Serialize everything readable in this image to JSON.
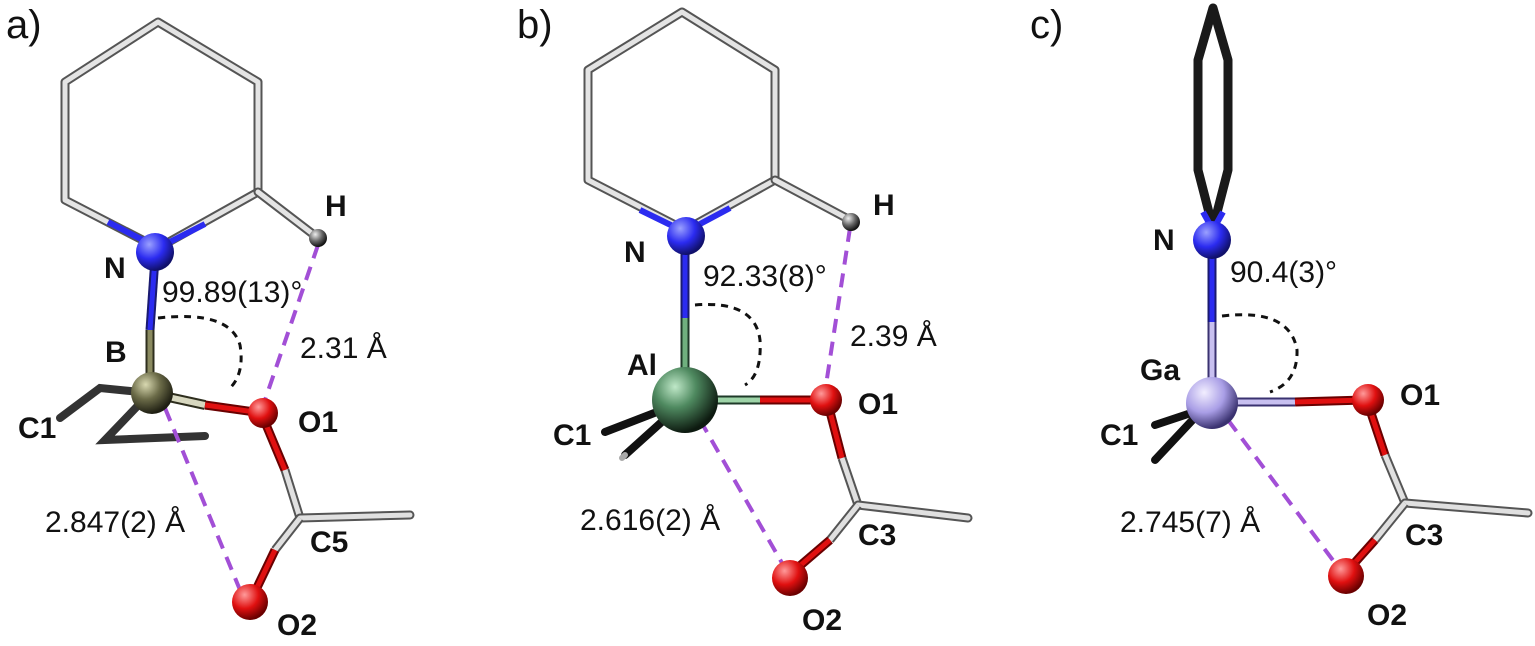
{
  "panels": [
    {
      "letter": "a)",
      "center_atom": "B",
      "angle": "99.89(13)°",
      "hbond": "2.31 Å",
      "contact": "2.847(2) Å",
      "labels": {
        "n": "N",
        "h": "H",
        "center": "B",
        "c1": "C1",
        "o1": "O1",
        "c": "C5",
        "o2": "O2"
      }
    },
    {
      "letter": "b)",
      "center_atom": "Al",
      "angle": "92.33(8)°",
      "hbond": "2.39 Å",
      "contact": "2.616(2) Å",
      "labels": {
        "n": "N",
        "h": "H",
        "center": "Al",
        "c1": "C1",
        "o1": "O1",
        "c": "C3",
        "o2": "O2"
      }
    },
    {
      "letter": "c)",
      "center_atom": "Ga",
      "angle": "90.4(3)°",
      "contact": "2.745(7) Å",
      "labels": {
        "n": "N",
        "center": "Ga",
        "c1": "C1",
        "o1": "O1",
        "c": "C3",
        "o2": "O2"
      }
    }
  ],
  "colors": {
    "nitrogen": "#2b2bf0",
    "oxygen": "#e01010",
    "boron": "#6b6b48",
    "aluminium": "#4f8a60",
    "gallium": "#a99ee6",
    "hydrogen": "#555555",
    "hbond": "#a24fd6",
    "carbon_bond": "#d9d9d9"
  }
}
